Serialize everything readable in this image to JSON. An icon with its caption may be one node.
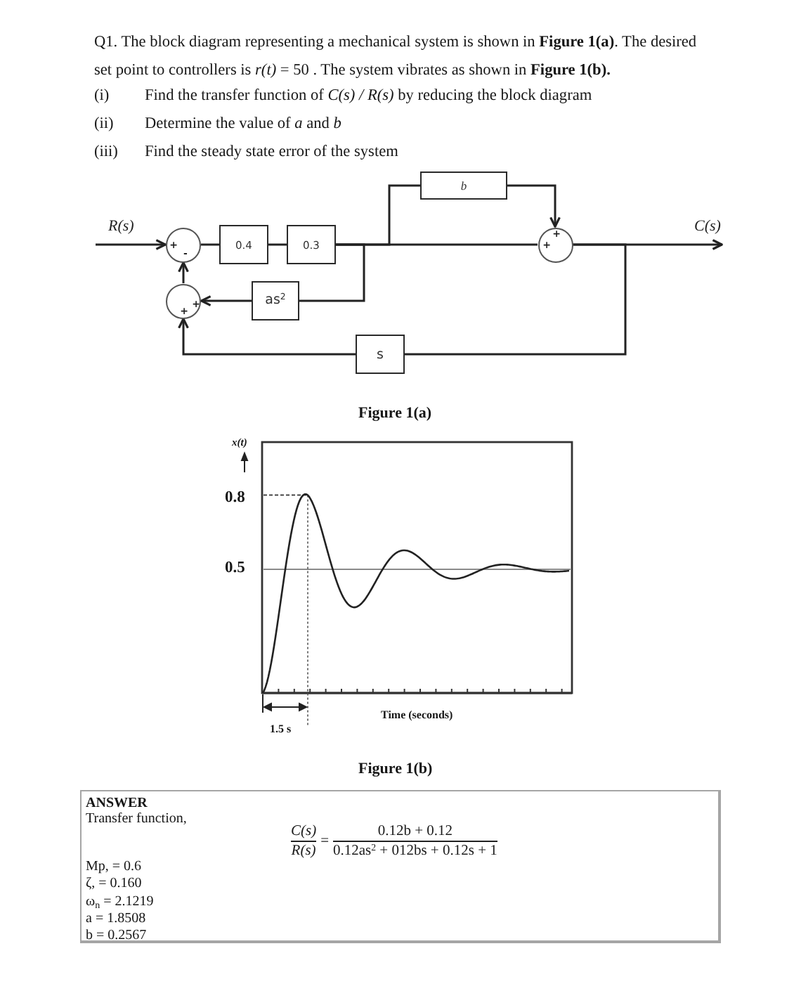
{
  "diagram": {
    "nodes": [
      {
        "text": [
          "R(s)"
        ]
      },
      {
        "text": [
          "+",
          "-"
        ]
      },
      {
        "text": [
          "0.4"
        ]
      },
      {
        "text": [
          "0.3"
        ]
      },
      {
        "text": [
          "b"
        ]
      },
      {
        "text": [
          "+",
          "+"
        ]
      },
      {
        "text": [
          "C(s)"
        ]
      },
      {
        "text": [
          "+",
          "+"
        ]
      },
      {
        "text": [
          "as$^{2}$"
        ]
      },
      {
        "text": [
          "s"
        ]
      },
      {
        "text": [
          "ANSWER",
          "Transfer function,",
          "C(s)",
          "R(s)",
          "=",
          "0.12b + 0.12",
          "0.12as$^{2}$ + 012bs + 0.12s + 1",
          "Mp, = 0.6",
          "ζ, = 0.160",
          "ω$_{n}$ = 2.1219",
          "a = 1.8508",
          "b = 0.2567"
        ]
      }
    ],
    "edges": [
      {
        "from": 0,
        "to": 1,
        "arrow": "to"
      },
      {
        "from": 1,
        "to": 2,
        "arrow": "none"
      },
      {
        "from": 2,
        "to": 3,
        "arrow": "none"
      },
      {
        "from": 3,
        "to": 5,
        "arrow": "none"
      },
      {
        "from": 3,
        "to": 4,
        "arrow": "none"
      },
      {
        "from": 4,
        "to": 5,
        "arrow": "to"
      },
      {
        "from": 3,
        "to": 8,
        "arrow": "none"
      },
      {
        "from": 8,
        "to": 7,
        "arrow": "to"
      },
      {
        "from": 5,
        "to": 6,
        "arrow": "to"
      },
      {
        "from": 5,
        "to": 9,
        "arrow": "none"
      },
      {
        "from": 9,
        "to": 7,
        "arrow": "to"
      },
      {
        "from": 7,
        "to": 1,
        "arrow": "to"
      }
    ],
    "labels": [
      "Q1. The block diagram representing a mechanical system is shown in **Figure 1(a)**. The desired set point to controllers is *r(t)* = 50 . The system vibrates as shown in **Figure 1(b).**",
      "(i)",
      "Find the transfer function of *C(s) / R(s)* by reducing the block diagram",
      "(ii)",
      "Determine the value of *a* and *b*",
      "(iii)",
      "Find the steady state error of the system",
      "Figure 1(a)",
      "x(t)",
      "0.8",
      "0.5",
      "Time (seconds)",
      "1.5 s",
      "Figure 1(b)"
    ]
  }
}
